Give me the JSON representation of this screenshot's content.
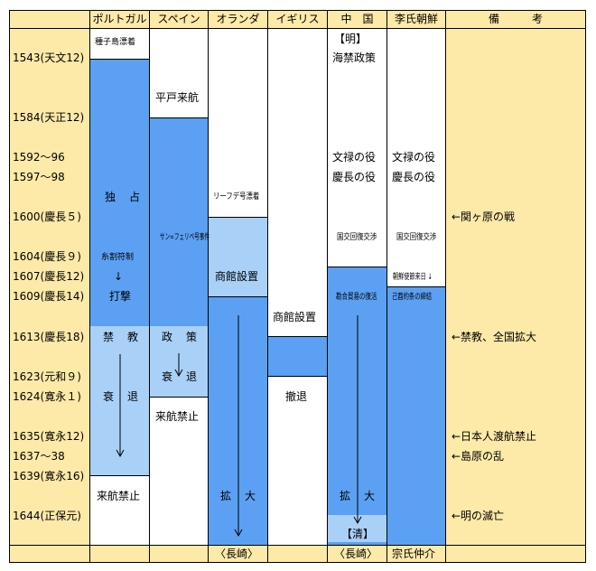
{
  "headers": {
    "portugal": "ポルトガル",
    "spain": "スペイン",
    "dutch": "オランダ",
    "england": "イギリス",
    "china": "中　国",
    "korea": "李氏朝鮮",
    "remarks": "備　　　考"
  },
  "years": [
    {
      "label": "1543(天文12)"
    },
    {
      "label": "1584(天正12)"
    },
    {
      "label": "1592〜96"
    },
    {
      "label": "1597〜98"
    },
    {
      "label": "1600(慶長５)"
    },
    {
      "label": "1604(慶長９)"
    },
    {
      "label": "1607(慶長12)"
    },
    {
      "label": "1609(慶長14)"
    },
    {
      "label": "1613(慶長18)"
    },
    {
      "label": "1623(元和９)"
    },
    {
      "label": "1624(寛永１)"
    },
    {
      "label": "1635(寛永12)"
    },
    {
      "label": "1637〜38"
    },
    {
      "label": "1639(寛永16)"
    },
    {
      "label": "1644(正保元)"
    }
  ],
  "portugal": {
    "arrival": "種子島漂着",
    "monopoly_1": "独",
    "monopoly_2": "占",
    "itoppu": "糸割符制",
    "down_arrow": "↓",
    "blow": "打撃",
    "ban_1": "禁",
    "ban_2": "教",
    "decline_1": "衰",
    "decline_2": "退",
    "prohibited": "来航禁止"
  },
  "spain": {
    "hirado": "平戸来航",
    "ship": "サン=フェリペ号事件",
    "policy_1": "政",
    "policy_2": "策",
    "decline_1": "衰",
    "decline_2": "退",
    "prohibited": "来航禁止"
  },
  "dutch": {
    "liefde": "リーフデ号漂着",
    "factory": "商館設置",
    "expand_1": "拡",
    "expand_2": "大",
    "nagasaki": "〈長崎〉"
  },
  "england": {
    "factory": "商館設置",
    "withdraw": "撤退"
  },
  "china": {
    "ming": "【明】",
    "haijin": "海禁政策",
    "bunroku": "文禄の役",
    "keicho": "慶長の役",
    "negotiation": "国交回復交渉",
    "kanhe": "勘合貿易の復活",
    "expand_1": "拡",
    "expand_2": "大",
    "qing": "【清】",
    "nagasaki": "〈長崎〉"
  },
  "korea": {
    "bunroku": "文禄の役",
    "keicho": "慶長の役",
    "recovery": "国交回復交渉",
    "mission": "朝鮮使節来日 ↓",
    "treaty": "己酉約条の締結",
    "intermediary": "宗氏仲介"
  },
  "remarks": {
    "sekigahara": "←関ヶ原の戦",
    "ban": "←禁教、全国拡大",
    "japanese_ban": "←日本人渡航禁止",
    "shimabara": "←島原の乱",
    "ming_fall": "←明の滅亡"
  }
}
